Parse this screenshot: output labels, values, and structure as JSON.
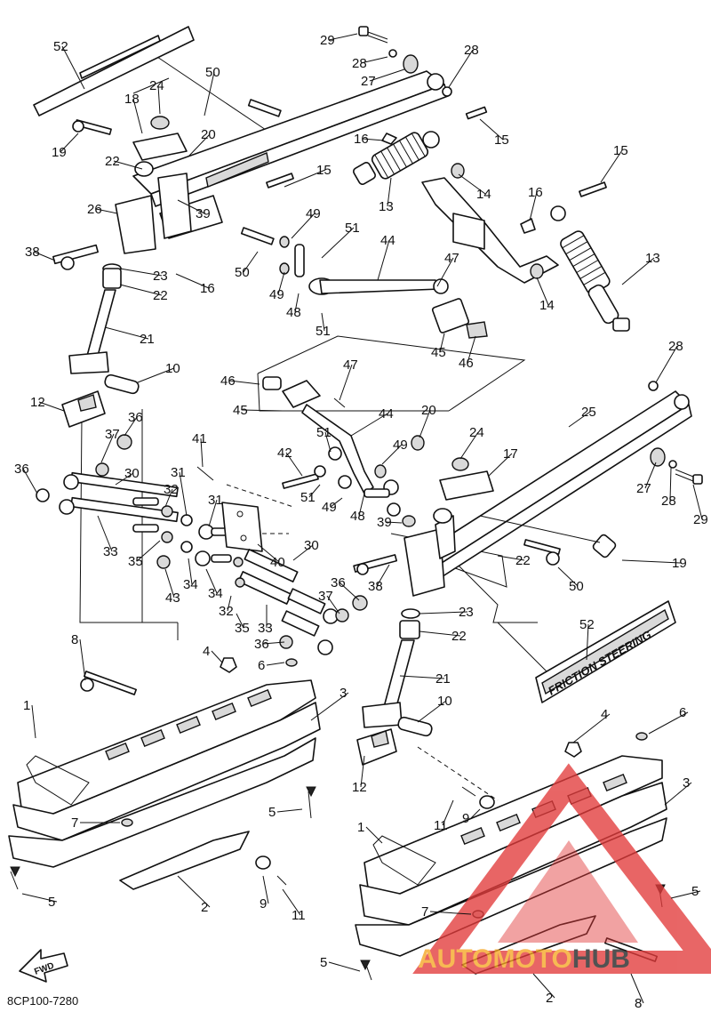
{
  "diagram_code": "8CP100-7280",
  "fwd_label": "FWD",
  "decal_text": "FRICTION STEERING",
  "watermark": {
    "text_a": "AUTO",
    "text_b": "MOTO",
    "text_c": "HUB",
    "color_a": "#f5a623",
    "color_b": "#f5a623",
    "color_c": "#222222",
    "tri_color": "#e23b3b"
  },
  "callouts": [
    {
      "id": "c52a",
      "text": "52"
    },
    {
      "id": "c29a",
      "text": "29"
    },
    {
      "id": "c28a",
      "text": "28"
    },
    {
      "id": "c27a",
      "text": "27"
    },
    {
      "id": "c28b",
      "text": "28"
    },
    {
      "id": "c24a",
      "text": "24"
    },
    {
      "id": "c50a",
      "text": "50"
    },
    {
      "id": "c18",
      "text": "18"
    },
    {
      "id": "c20a",
      "text": "20"
    },
    {
      "id": "c19a",
      "text": "19"
    },
    {
      "id": "c22a",
      "text": "22"
    },
    {
      "id": "c16a",
      "text": "16"
    },
    {
      "id": "c15a",
      "text": "15"
    },
    {
      "id": "c15b",
      "text": "15"
    },
    {
      "id": "c15c",
      "text": "15"
    },
    {
      "id": "c14a",
      "text": "14"
    },
    {
      "id": "c26",
      "text": "26"
    },
    {
      "id": "c39a",
      "text": "39"
    },
    {
      "id": "c13a",
      "text": "13"
    },
    {
      "id": "c16b",
      "text": "16"
    },
    {
      "id": "c49a",
      "text": "49"
    },
    {
      "id": "c51a",
      "text": "51"
    },
    {
      "id": "c38a",
      "text": "38"
    },
    {
      "id": "c50b",
      "text": "50"
    },
    {
      "id": "c44a",
      "text": "44"
    },
    {
      "id": "c23a",
      "text": "23"
    },
    {
      "id": "c47a",
      "text": "47"
    },
    {
      "id": "c16c",
      "text": "16"
    },
    {
      "id": "c49b",
      "text": "49"
    },
    {
      "id": "c13b",
      "text": "13"
    },
    {
      "id": "c22b",
      "text": "22"
    },
    {
      "id": "c48a",
      "text": "48"
    },
    {
      "id": "c14b",
      "text": "14"
    },
    {
      "id": "c51b",
      "text": "51"
    },
    {
      "id": "c21a",
      "text": "21"
    },
    {
      "id": "c45a",
      "text": "45"
    },
    {
      "id": "c46a",
      "text": "46"
    },
    {
      "id": "c28c",
      "text": "28"
    },
    {
      "id": "c10a",
      "text": "10"
    },
    {
      "id": "c47b",
      "text": "47"
    },
    {
      "id": "c46b",
      "text": "46"
    },
    {
      "id": "c12a",
      "text": "12"
    },
    {
      "id": "c45b",
      "text": "45"
    },
    {
      "id": "c44b",
      "text": "44"
    },
    {
      "id": "c25",
      "text": "25"
    },
    {
      "id": "c36a",
      "text": "36"
    },
    {
      "id": "c20b",
      "text": "20"
    },
    {
      "id": "c37a",
      "text": "37"
    },
    {
      "id": "c51c",
      "text": "51"
    },
    {
      "id": "c24b",
      "text": "24"
    },
    {
      "id": "c49c",
      "text": "49"
    },
    {
      "id": "c41",
      "text": "41"
    },
    {
      "id": "c17",
      "text": "17"
    },
    {
      "id": "c27b",
      "text": "27"
    },
    {
      "id": "c36b",
      "text": "36"
    },
    {
      "id": "c30a",
      "text": "30"
    },
    {
      "id": "c42",
      "text": "42"
    },
    {
      "id": "c31a",
      "text": "31"
    },
    {
      "id": "c28d",
      "text": "28"
    },
    {
      "id": "c29b",
      "text": "29"
    },
    {
      "id": "c32a",
      "text": "32"
    },
    {
      "id": "c51d",
      "text": "51"
    },
    {
      "id": "c49d",
      "text": "49"
    },
    {
      "id": "c31b",
      "text": "31"
    },
    {
      "id": "c48b",
      "text": "48"
    },
    {
      "id": "c39b",
      "text": "39"
    },
    {
      "id": "c33a",
      "text": "33"
    },
    {
      "id": "c35a",
      "text": "35"
    },
    {
      "id": "c22c",
      "text": "22"
    },
    {
      "id": "c19b",
      "text": "19"
    },
    {
      "id": "c30b",
      "text": "30"
    },
    {
      "id": "c40",
      "text": "40"
    },
    {
      "id": "c38b",
      "text": "38"
    },
    {
      "id": "c50c",
      "text": "50"
    },
    {
      "id": "c43",
      "text": "43"
    },
    {
      "id": "c34a",
      "text": "34"
    },
    {
      "id": "c34b",
      "text": "34"
    },
    {
      "id": "c36c",
      "text": "36"
    },
    {
      "id": "c32b",
      "text": "32"
    },
    {
      "id": "c37b",
      "text": "37"
    },
    {
      "id": "c23b",
      "text": "23"
    },
    {
      "id": "c52b",
      "text": "52"
    },
    {
      "id": "c35b",
      "text": "35"
    },
    {
      "id": "c33b",
      "text": "33"
    },
    {
      "id": "c22d",
      "text": "22"
    },
    {
      "id": "c8a",
      "text": "8"
    },
    {
      "id": "c36d",
      "text": "36"
    },
    {
      "id": "c4a",
      "text": "4"
    },
    {
      "id": "c6a",
      "text": "6"
    },
    {
      "id": "c21b",
      "text": "21"
    },
    {
      "id": "c1a",
      "text": "1"
    },
    {
      "id": "c3a",
      "text": "3"
    },
    {
      "id": "c10b",
      "text": "10"
    },
    {
      "id": "c4b",
      "text": "4"
    },
    {
      "id": "c6b",
      "text": "6"
    },
    {
      "id": "c12b",
      "text": "12"
    },
    {
      "id": "c3b",
      "text": "3"
    },
    {
      "id": "c5a",
      "text": "5"
    },
    {
      "id": "c7a",
      "text": "7"
    },
    {
      "id": "c11a",
      "text": "11"
    },
    {
      "id": "c9a",
      "text": "9"
    },
    {
      "id": "c1b",
      "text": "1"
    },
    {
      "id": "c5b",
      "text": "5"
    },
    {
      "id": "c9b",
      "text": "9"
    },
    {
      "id": "c2a",
      "text": "2"
    },
    {
      "id": "c11b",
      "text": "11"
    },
    {
      "id": "c7b",
      "text": "7"
    },
    {
      "id": "c5c",
      "text": "5"
    },
    {
      "id": "c5d",
      "text": "5"
    },
    {
      "id": "c2b",
      "text": "2"
    },
    {
      "id": "c8b",
      "text": "8"
    }
  ]
}
